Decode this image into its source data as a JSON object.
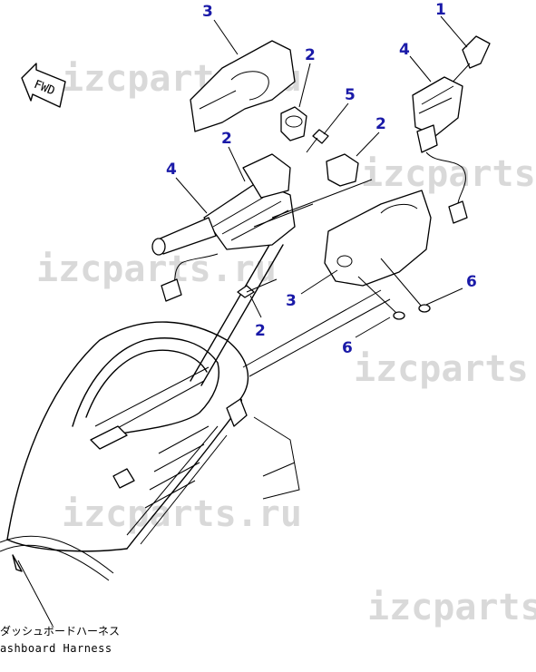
{
  "callouts": [
    "1",
    "2",
    "2",
    "2",
    "2",
    "3",
    "3",
    "4",
    "4",
    "5",
    "6",
    "6"
  ],
  "direction_label": "FWD",
  "watermark": "izcparts.ru",
  "harness_label": {
    "japanese": "ダッシュボードハーネス",
    "english": "ashboard Harness"
  },
  "colors": {
    "callout": "#1a1aa8",
    "line": "#000000",
    "watermark": "#b5b5b5"
  }
}
